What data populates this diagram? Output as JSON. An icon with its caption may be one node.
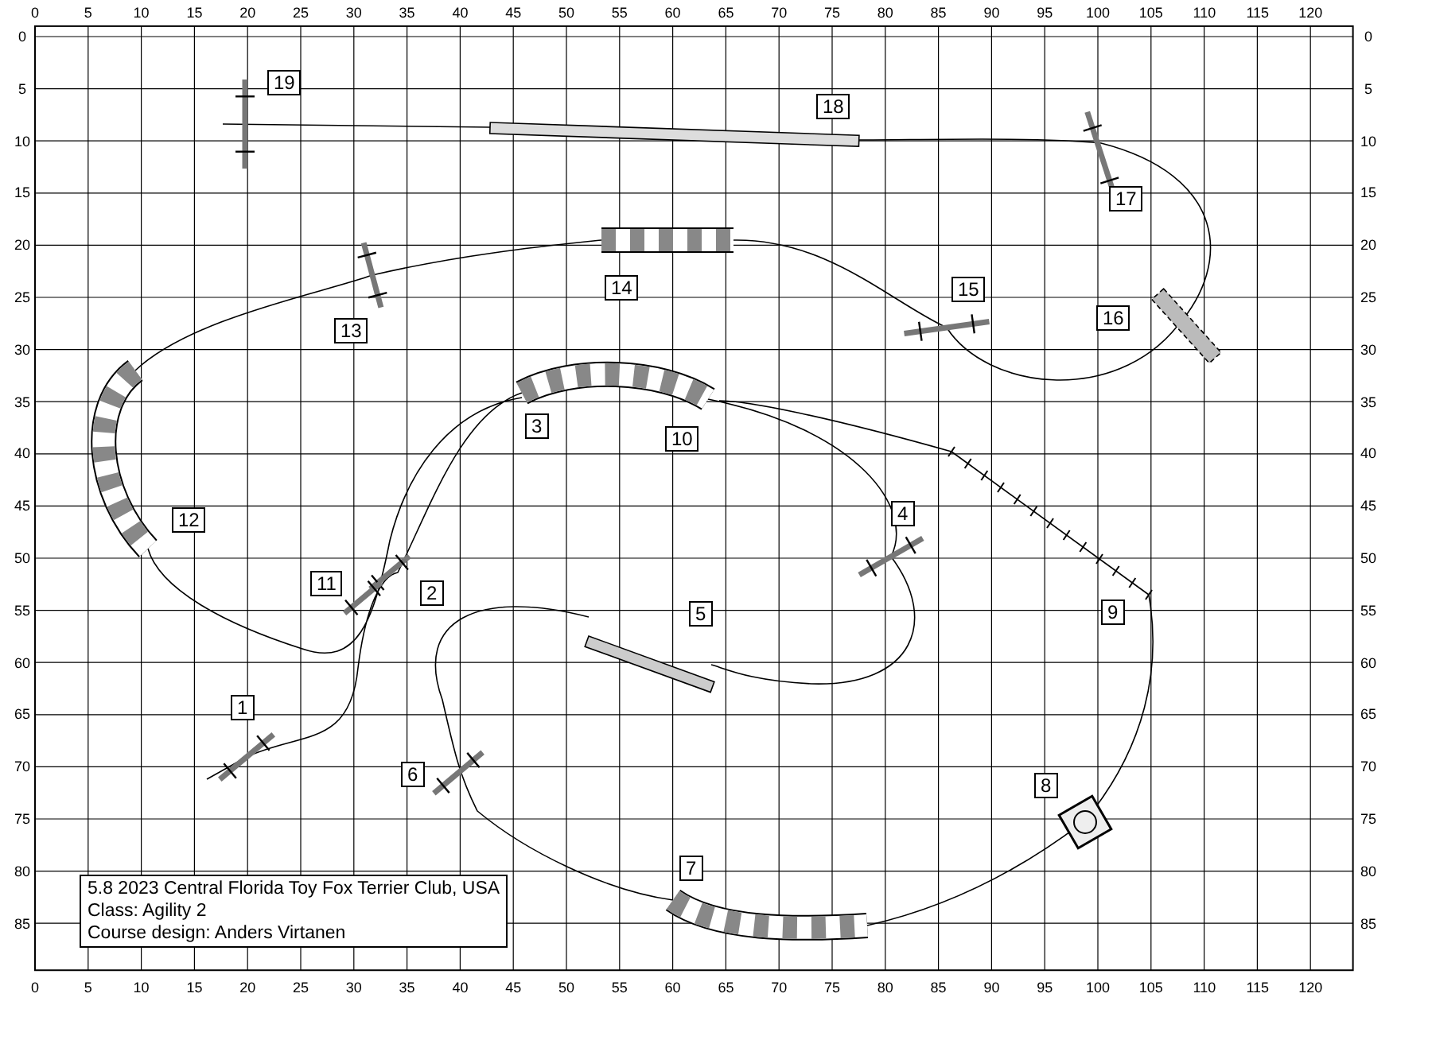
{
  "diagram": {
    "nodes": [
      {
        "text": [
          "1"
        ]
      },
      {
        "text": [
          "2"
        ]
      },
      {
        "text": [
          "3"
        ]
      },
      {
        "text": [
          "4"
        ]
      },
      {
        "text": [
          "5"
        ]
      },
      {
        "text": [
          "6"
        ]
      },
      {
        "text": [
          "7"
        ]
      },
      {
        "text": [
          "8"
        ]
      },
      {
        "text": [
          "9"
        ]
      },
      {
        "text": [
          "10"
        ]
      },
      {
        "text": [
          "11"
        ]
      },
      {
        "text": [
          "12"
        ]
      },
      {
        "text": [
          "13"
        ]
      },
      {
        "text": [
          "14"
        ]
      },
      {
        "text": [
          "15"
        ]
      },
      {
        "text": [
          "16"
        ]
      },
      {
        "text": [
          "17"
        ]
      },
      {
        "text": [
          "18"
        ]
      },
      {
        "text": [
          "19"
        ]
      },
      {
        "text": [
          "5.8 2023 Central Florida Toy Fox Terrier Club, USA",
          "Class: Agility 2",
          "Course design: Anders Virtanen"
        ]
      }
    ],
    "labels": [
      "0",
      "5",
      "10",
      "15",
      "20",
      "25",
      "30",
      "35",
      "40",
      "45",
      "50",
      "55",
      "60",
      "65",
      "70",
      "75",
      "80",
      "85",
      "90",
      "95",
      "100",
      "105",
      "110",
      "115",
      "120",
      "0",
      "0",
      "5",
      "5",
      "10",
      "10",
      "15",
      "15",
      "20",
      "20",
      "25",
      "25",
      "30",
      "30",
      "35",
      "35",
      "40",
      "40",
      "45",
      "45",
      "50",
      "50",
      "55",
      "55",
      "60",
      "60",
      "65",
      "65",
      "70",
      "70",
      "75",
      "75",
      "80",
      "80",
      "85",
      "85",
      "0",
      "5",
      "10",
      "15",
      "20",
      "25",
      "30",
      "35",
      "40",
      "45",
      "50",
      "55",
      "60",
      "65",
      "70",
      "75",
      "80",
      "85",
      "90",
      "95",
      "100",
      "105",
      "110",
      "115",
      "120"
    ]
  }
}
